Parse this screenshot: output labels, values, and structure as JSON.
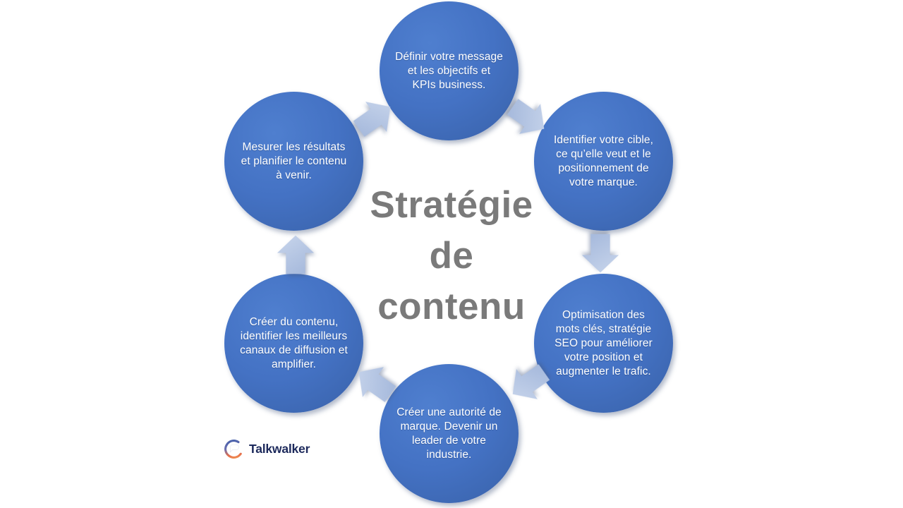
{
  "diagram": {
    "center_title_lines": [
      "Stratégie",
      "de",
      "contenu"
    ],
    "center_title_full": "Stratégie de contenu",
    "circle_color": "#4472C4",
    "arrow_color": "#B4C4E0",
    "title_color": "#7A7A7A",
    "background_color": "#FFFFFF",
    "nodes": [
      {
        "position": "top",
        "text": "Définir votre message et les objectifs et KPIs business."
      },
      {
        "position": "top-right",
        "text": "Identifier votre cible, ce qu’elle veut et le positionnement de votre marque."
      },
      {
        "position": "bottom-right",
        "text": "Optimisation des mots clés, stratégie SEO pour améliorer votre position et augmenter le trafic."
      },
      {
        "position": "bottom",
        "text": "Créer une autorité de marque. Devenir un leader de votre industrie."
      },
      {
        "position": "bottom-left",
        "text": "Créer du contenu, identifier les meilleurs canaux de diffusion et amplifier."
      },
      {
        "position": "top-left",
        "text": "Mesurer les résultats et planifier le contenu à venir."
      }
    ],
    "arrows": [
      {
        "from": "top-left",
        "to": "top",
        "direction": "up-right"
      },
      {
        "from": "top",
        "to": "top-right",
        "direction": "down-right"
      },
      {
        "from": "top-right",
        "to": "bottom-right",
        "direction": "down"
      },
      {
        "from": "bottom-right",
        "to": "bottom",
        "direction": "down-left"
      },
      {
        "from": "bottom",
        "to": "bottom-left",
        "direction": "up-left"
      },
      {
        "from": "bottom-left",
        "to": "top-left",
        "direction": "up"
      }
    ]
  },
  "logo": {
    "brand_name": "Talkwalker",
    "mark_name": "talkwalker-swirl-icon",
    "text_color": "#1D2A5C",
    "mark_colors": [
      "#3B5BA9",
      "#E8704A",
      "#F2A65A"
    ]
  }
}
